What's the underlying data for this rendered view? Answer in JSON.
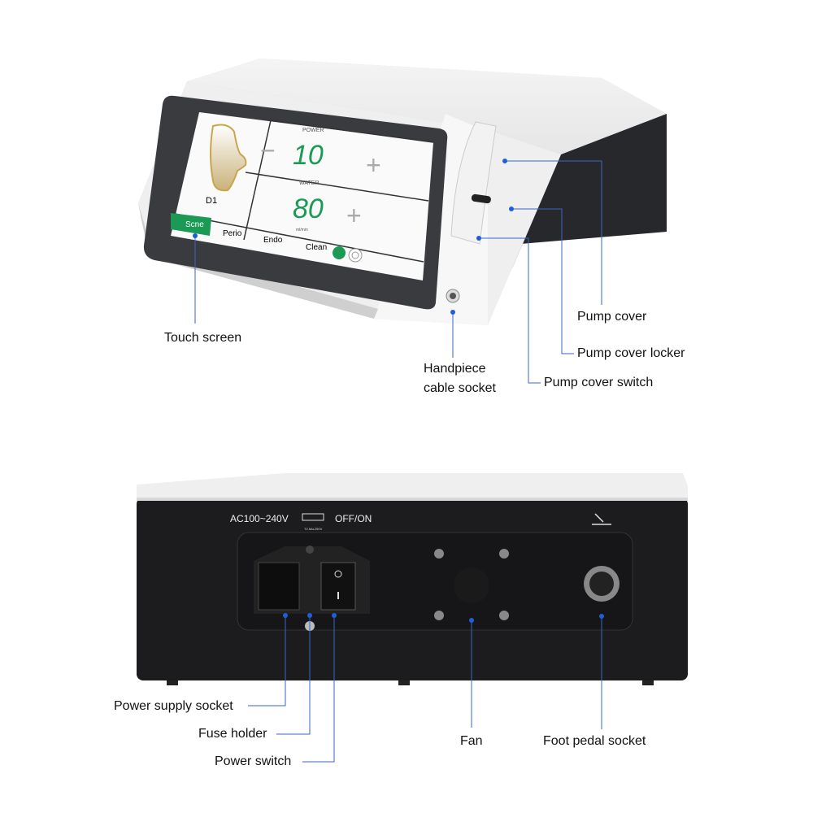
{
  "colors": {
    "callout": "#3a66c4",
    "screen_green": "#1a9a55",
    "dark_body": "#1c1c1e"
  },
  "screen": {
    "tip_label": "D1",
    "power": {
      "label": "POWER",
      "value": "10",
      "minus": "−",
      "plus": "+"
    },
    "water": {
      "label": "WATER",
      "value": "80",
      "unit": "ml/min",
      "plus": "+"
    },
    "tabs": [
      "Scne",
      "Perio",
      "Endo",
      "Clean"
    ],
    "icons": [
      "light-icon",
      "settings-icon"
    ]
  },
  "back_panel": {
    "voltage": "AC100~240V",
    "fuse_text": "T2.5AL250V",
    "switch_text": "OFF/ON"
  },
  "callouts": {
    "touch_screen": "Touch screen",
    "handpiece": [
      "Handpiece",
      "cable socket"
    ],
    "pump_cover": "Pump cover",
    "pump_cover_locker": "Pump cover locker",
    "pump_cover_switch": "Pump cover switch",
    "power_supply_socket": "Power supply socket",
    "fuse_holder": "Fuse holder",
    "power_switch": "Power switch",
    "fan": "Fan",
    "foot_pedal_socket": "Foot pedal socket"
  }
}
